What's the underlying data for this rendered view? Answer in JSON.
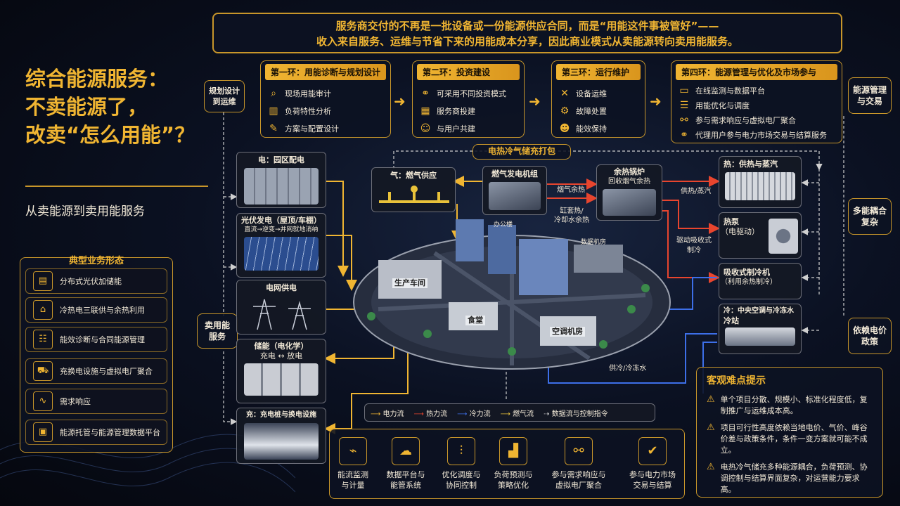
{
  "banner": {
    "line1": "服务商交付的不再是一批设备或一份能源供应合同，而是“用能这件事被管好”——",
    "line2": "收入来自服务、运维与节省下来的用能成本分享，因此商业模式从卖能源转向卖用能服务。"
  },
  "title": {
    "line1": "综合能源服务：",
    "line2": "不卖能源了，",
    "line3": "改卖“怎么用能”？",
    "subtitle": "从卖能源到卖用能服务"
  },
  "stages": [
    {
      "title": "第一环：用能诊断与规划设计",
      "items": [
        {
          "icon": "magnifier-icon",
          "glyph": "⌕",
          "label": "现场用能审计"
        },
        {
          "icon": "bar-chart-icon",
          "glyph": "▥",
          "label": "负荷特性分析"
        },
        {
          "icon": "edit-icon",
          "glyph": "✎",
          "label": "方案与配置设计"
        }
      ]
    },
    {
      "title": "第二环：投资建设",
      "items": [
        {
          "icon": "handshake-icon",
          "glyph": "⚭",
          "label": "可采用不同投资模式"
        },
        {
          "icon": "building-icon",
          "glyph": "▦",
          "label": "服务商投建"
        },
        {
          "icon": "user-icon",
          "glyph": "☺",
          "label": "与用户共建"
        }
      ]
    },
    {
      "title": "第三环：运行维护",
      "items": [
        {
          "icon": "wrench-icon",
          "glyph": "✕",
          "label": "设备运维"
        },
        {
          "icon": "gear-icon",
          "glyph": "⚙",
          "label": "故障处置"
        },
        {
          "icon": "engineer-icon",
          "glyph": "☻",
          "label": "能效保持"
        }
      ]
    },
    {
      "title": "第四环：能源管理与优化及市场参与",
      "items": [
        {
          "icon": "monitor-icon",
          "glyph": "▭",
          "label": "在线监测与数据平台"
        },
        {
          "icon": "sliders-icon",
          "glyph": "☰",
          "label": "用能优化与调度"
        },
        {
          "icon": "network-icon",
          "glyph": "⚯",
          "label": "参与需求响应与虚拟电厂聚合"
        },
        {
          "icon": "handshake-icon",
          "glyph": "⚭",
          "label": "代理用户参与电力市场交易与结算服务"
        }
      ]
    }
  ],
  "side_labels": {
    "plan": "规划设计\n到运维",
    "sell": "卖用能\n服务",
    "mgmt": "能源管理\n与交易",
    "multi": "多能耦合\n复杂",
    "policy": "依赖电价\n政策"
  },
  "bundle_label": "电热冷气储充打包",
  "left_nodes": [
    {
      "title": "电：园区配电"
    },
    {
      "title": "光伏发电（屋顶/车棚）",
      "sub": "直流→逆变→并网就地消纳"
    },
    {
      "title": "电网供电"
    },
    {
      "title": "储能（电化学）",
      "sub": "充电 ↔ 放电"
    },
    {
      "title": "充：充电桩与换电设施"
    }
  ],
  "middle_nodes": {
    "gas": "气：燃气供应",
    "gen": "燃气发电机组",
    "boiler_title": "余热锅炉",
    "boiler_sub": "回收烟气余热",
    "flue": "烟气余热",
    "jacket": "缸套热/\n冷却水余热",
    "office": "办公楼",
    "datacenter": "数据机房",
    "workshop": "生产车间",
    "canteen": "食堂",
    "hvac_room": "空调机房"
  },
  "right_nodes": [
    {
      "title": "热：供热与蒸汽"
    },
    {
      "title": "热泵",
      "sub": "（电驱动）"
    },
    {
      "title": "吸收式制冷机",
      "sub": "（利用余热制冷）"
    },
    {
      "title": "冷：中央空调与冷冻水",
      "sub": "冷站"
    }
  ],
  "flow_labels": {
    "heat_steam": "供热/蒸汽",
    "absorption": "驱动吸收式\n制冷",
    "cooling": "供冷/冷冻水"
  },
  "legend": [
    {
      "label": "电力流",
      "color": "#f0b532"
    },
    {
      "label": "热力流",
      "color": "#e8452e"
    },
    {
      "label": "冷力流",
      "color": "#3d6fe8"
    },
    {
      "label": "燃气流",
      "color": "#e9c23a"
    },
    {
      "label": "数据流与控制指令",
      "color": "#d9d9d9"
    }
  ],
  "business": {
    "title": "典型业务形态",
    "items": [
      {
        "icon": "solar-battery-icon",
        "glyph": "▤",
        "label": "分布式光伏加储能"
      },
      {
        "icon": "factory-icon",
        "glyph": "⌂",
        "label": "冷热电三联供与余热利用"
      },
      {
        "icon": "document-icon",
        "glyph": "☷",
        "label": "能效诊断与合同能源管理"
      },
      {
        "icon": "ev-car-icon",
        "glyph": "⛟",
        "label": "充换电设施与虚拟电厂聚合"
      },
      {
        "icon": "wave-icon",
        "glyph": "∿",
        "label": "需求响应"
      },
      {
        "icon": "dashboard-icon",
        "glyph": "▣",
        "label": "能源托管与能源管理数据平台"
      }
    ]
  },
  "bottom_modules": [
    {
      "icon": "monitor-chart-icon",
      "glyph": "⌁",
      "label": "能流监测\n与计量"
    },
    {
      "icon": "cloud-database-icon",
      "glyph": "☁",
      "label": "数据平台与\n能管系统"
    },
    {
      "icon": "sliders-icon",
      "glyph": "⫶",
      "label": "优化调度与\n协同控制"
    },
    {
      "icon": "forecast-chart-icon",
      "glyph": "▟",
      "label": "负荷预测与\n策略优化"
    },
    {
      "icon": "network-icon",
      "glyph": "⚯",
      "label": "参与需求响应与\n虚拟电厂聚合"
    },
    {
      "icon": "contract-icon",
      "glyph": "✔",
      "label": "参与电力市场\n交易与结算"
    }
  ],
  "difficulty": {
    "title": "客观难点提示",
    "items": [
      "单个项目分散、规模小、标准化程度低，复制推广与运维成本高。",
      "项目可行性高度依赖当地电价、气价、峰谷价差与政策条件，条件一变方案就可能不成立。",
      "电热冷气储充多种能源耦合，负荷预测、协调控制与结算界面复杂，对运营能力要求高。"
    ]
  },
  "colors": {
    "gold": "#f0b532",
    "heat": "#e8452e",
    "cold": "#3d6fe8",
    "bg": "#070b16"
  }
}
